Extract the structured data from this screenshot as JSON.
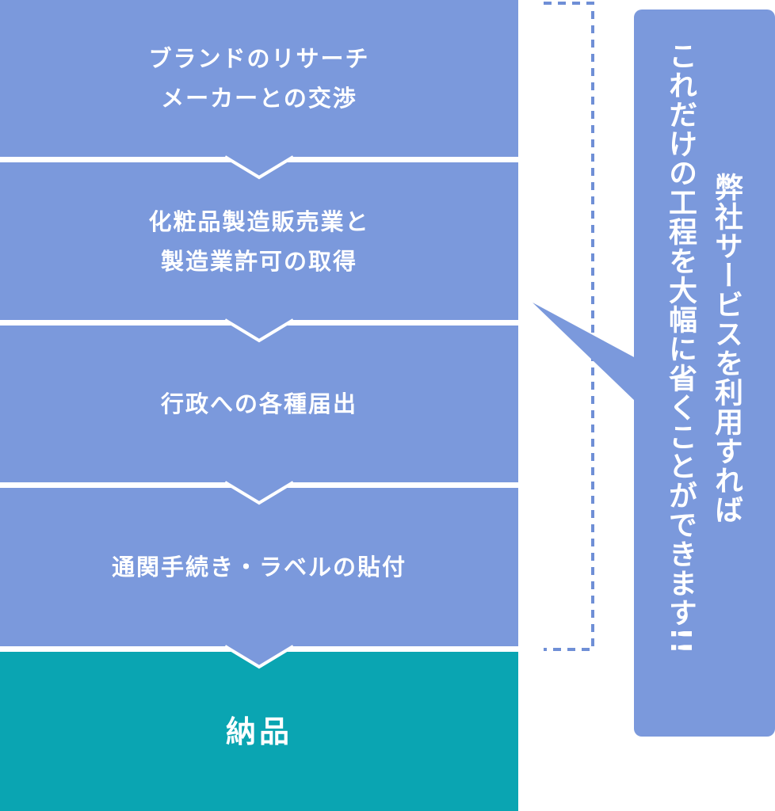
{
  "steps": [
    {
      "lines": [
        "ブランドのリサーチ",
        "メーカーとの交渉"
      ]
    },
    {
      "lines": [
        "化粧品製造販売業と",
        "製造業許可の取得"
      ]
    },
    {
      "lines": [
        "行政への各種届出"
      ]
    },
    {
      "lines": [
        "通関手続き・ラベルの貼付"
      ]
    },
    {
      "lines": [
        "納品"
      ]
    }
  ],
  "callout": {
    "line1": "これだけの工程を大幅に省くことができます!!",
    "line2": "弊社サービスを利用すれば"
  },
  "colors": {
    "step": "#7b99dc",
    "final_step": "#0aa5b2",
    "callout": "#7b99dc",
    "bracket": "#6f8fd6"
  }
}
